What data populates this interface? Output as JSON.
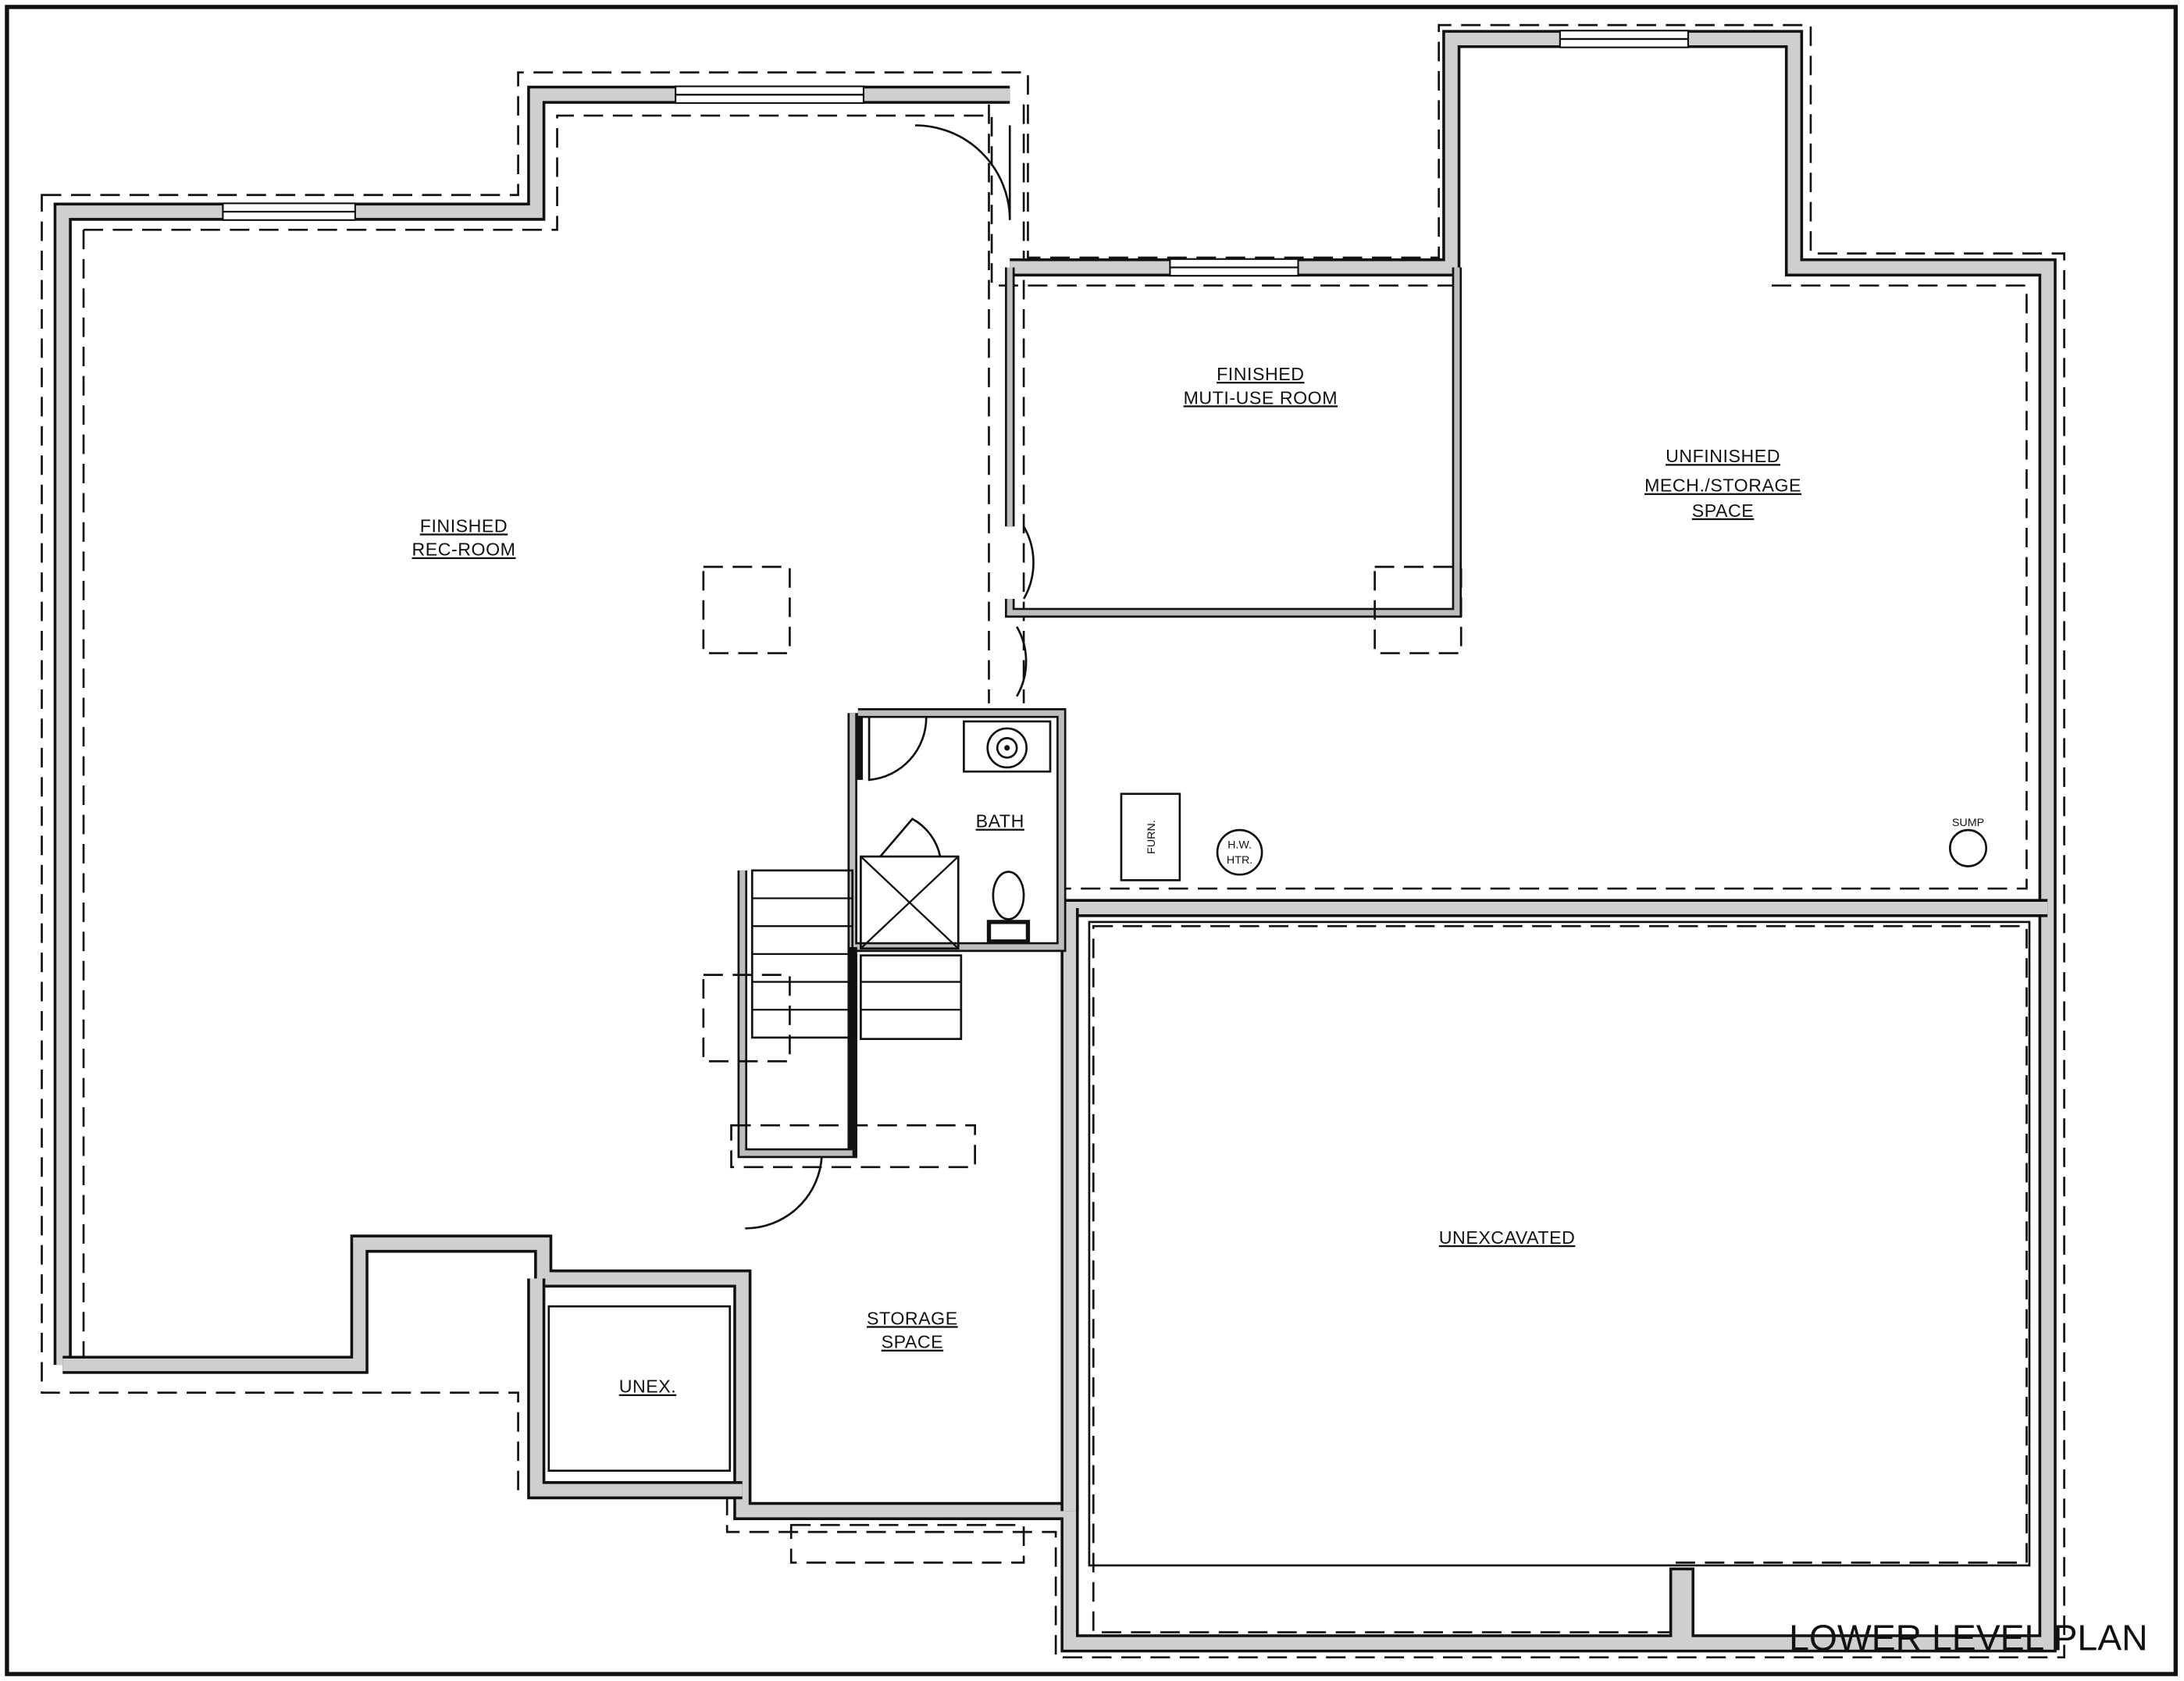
{
  "plan": {
    "title": "LOWER LEVEL PLAN",
    "rooms": {
      "rec_room": [
        "FINISHED",
        "REC-ROOM"
      ],
      "multi_use": [
        "FINISHED",
        "MUTI-USE ROOM"
      ],
      "mech_storage": [
        "UNFINISHED",
        "MECH./STORAGE",
        "SPACE"
      ],
      "bath": "BATH",
      "storage": [
        "STORAGE",
        "SPACE"
      ],
      "unex": "UNEX.",
      "unexcavated": "UNEXCAVATED"
    },
    "fixtures": {
      "furnace": "FURN.",
      "water_heater": [
        "H.W.",
        "HTR."
      ],
      "sump": "SUMP"
    }
  }
}
